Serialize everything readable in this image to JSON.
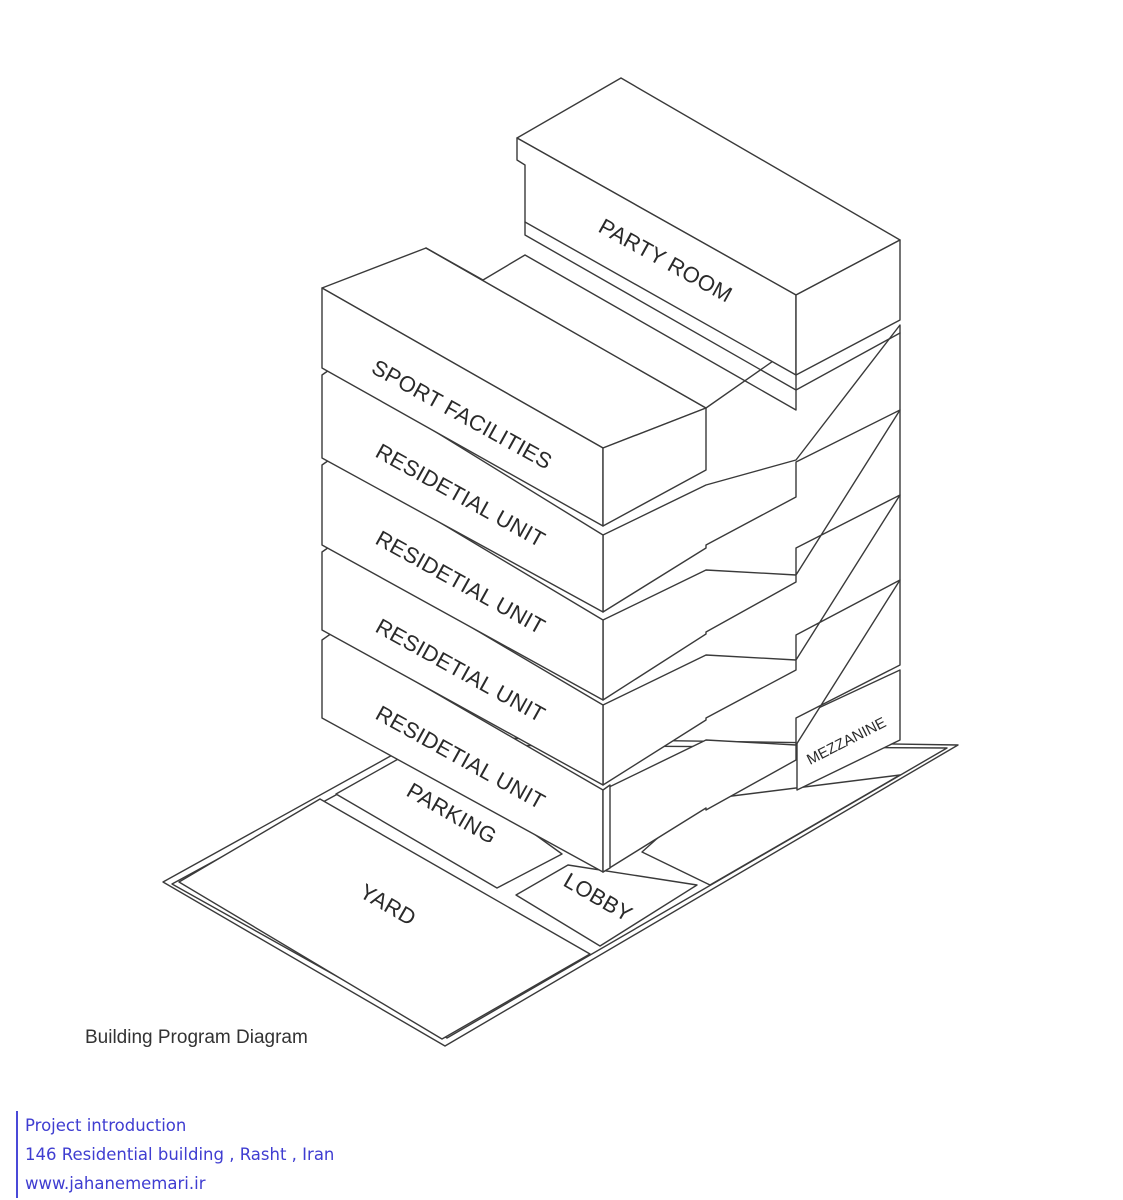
{
  "diagram": {
    "title": "Building Program Diagram",
    "labels": {
      "party_room": "PARTY ROOM",
      "sport_facilities": "SPORT FACILITIES",
      "residential_1": "RESIDETIAL UNIT",
      "residential_2": "RESIDETIAL UNIT",
      "residential_3": "RESIDETIAL UNIT",
      "residential_4": "RESIDETIAL UNIT",
      "mezzanine": "MEZZANINE",
      "parking": "PARKING",
      "lobby": "LOBBY",
      "yard": "YARD"
    }
  },
  "source": {
    "line1": "Project introduction",
    "line2": "146 Residential building , Rasht , Iran",
    "line3": "www.jahanememari.ir"
  },
  "colors": {
    "line": "#3a3a3a",
    "source_text": "#3f3dd1"
  }
}
